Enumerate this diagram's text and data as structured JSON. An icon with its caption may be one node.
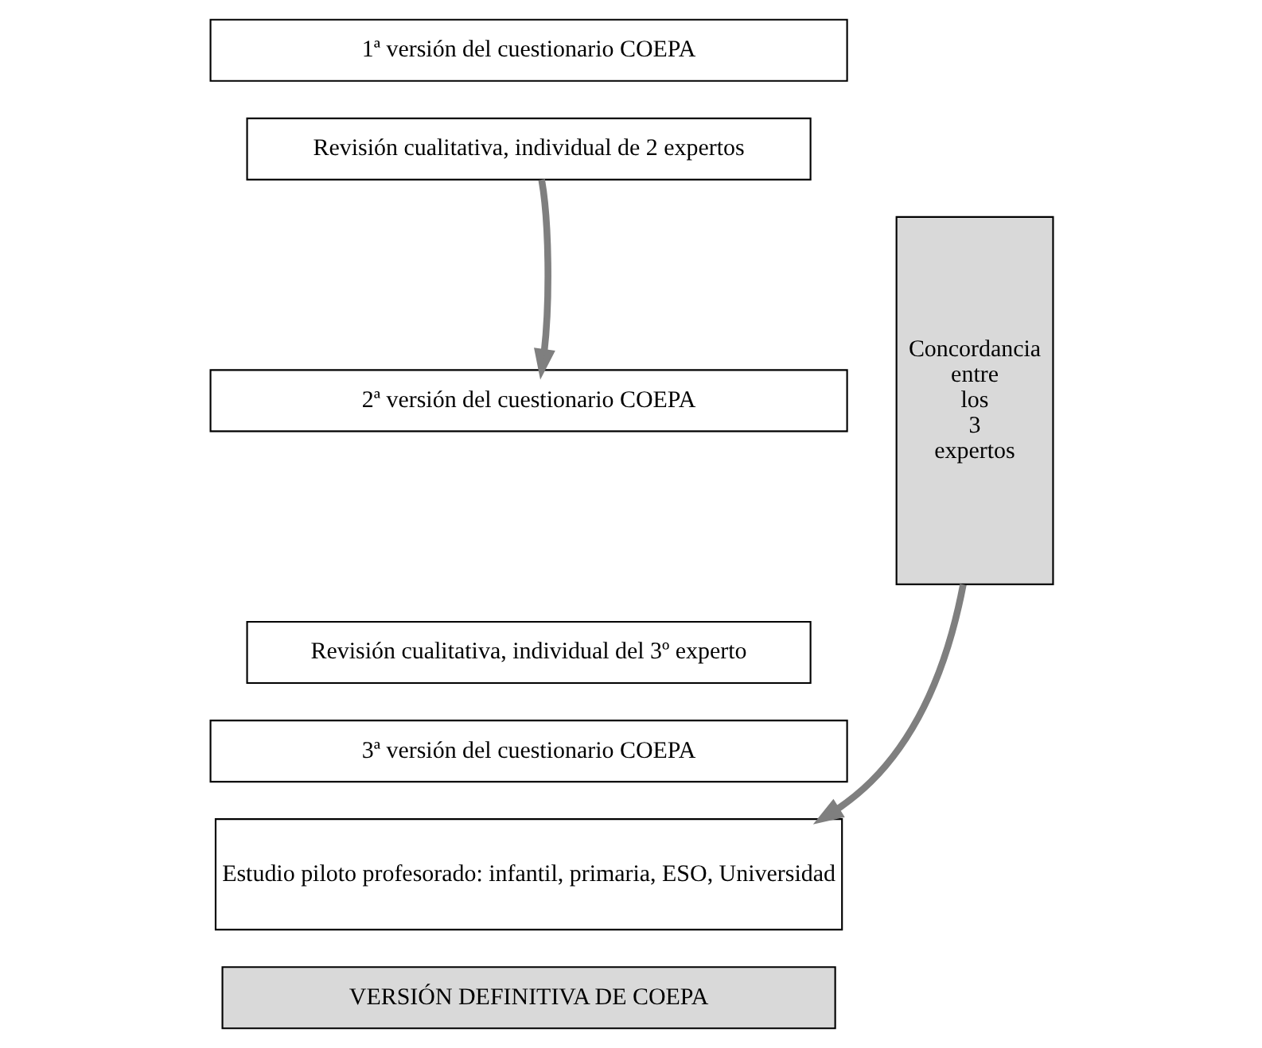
{
  "diagram": {
    "nodes": [
      {
        "text": [
          "1ª versión del cuestionario COEPA"
        ]
      },
      {
        "text": [
          "Revisión cualitativa, individual de 2 expertos"
        ]
      },
      {
        "text": [
          "2ª versión del cuestionario COEPA"
        ]
      },
      {
        "text": [
          "Revisión cualitativa, individual del 3º experto"
        ]
      },
      {
        "text": [
          "Concordancia entre los 3 expertos"
        ]
      },
      {
        "text": [
          "3ª versión del cuestionario COEPA"
        ]
      },
      {
        "text": [
          "Estudio piloto profesorado: infantil, primaria, ESO, Universidad"
        ]
      },
      {
        "text": [
          "VERSIÓN DEFINITIVA DE COEPA"
        ]
      }
    ],
    "edges": [
      {
        "from": 1,
        "to": 2,
        "arrow": "to"
      },
      {
        "from": 4,
        "to": 6,
        "arrow": "to"
      }
    ]
  }
}
